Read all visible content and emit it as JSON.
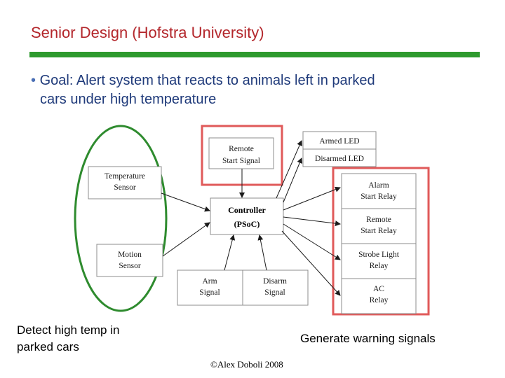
{
  "slide": {
    "title": "Senior Design (Hofstra University)",
    "bullet_marker": "•",
    "bullet_line1": "Goal: Alert system that reacts to animals left in parked",
    "bullet_line2": "cars under high temperature"
  },
  "diagram": {
    "inputs": {
      "temperature_sensor": [
        "Temperature",
        "Sensor"
      ],
      "motion_sensor": [
        "Motion",
        "Sensor"
      ]
    },
    "remote_start_signal": [
      "Remote",
      "Start Signal"
    ],
    "controller": [
      "Controller",
      "(PSoC)"
    ],
    "arm_signal": [
      "Arm",
      "Signal"
    ],
    "disarm_signal": [
      "Disarm",
      "Signal"
    ],
    "armed_led": "Armed LED",
    "disarmed_led": "Disarmed LED",
    "outputs": {
      "alarm_start_relay": [
        "Alarm",
        "Start Relay"
      ],
      "remote_start_relay": [
        "Remote",
        "Start Relay"
      ],
      "strobe_light_relay": [
        "Strobe Light",
        "Relay"
      ],
      "ac_relay": [
        "AC",
        "Relay"
      ]
    }
  },
  "captions": {
    "left_line1": "Detect high temp in",
    "left_line2": "parked cars",
    "right": "Generate warning signals"
  },
  "copyright": "©Alex Doboli 2008",
  "colors": {
    "title": "#b3262b",
    "rule": "#2e9a2e",
    "bullet_text": "#1f3a7a",
    "highlight_red": "#e05a5a",
    "highlight_green": "#2e8b2e"
  }
}
